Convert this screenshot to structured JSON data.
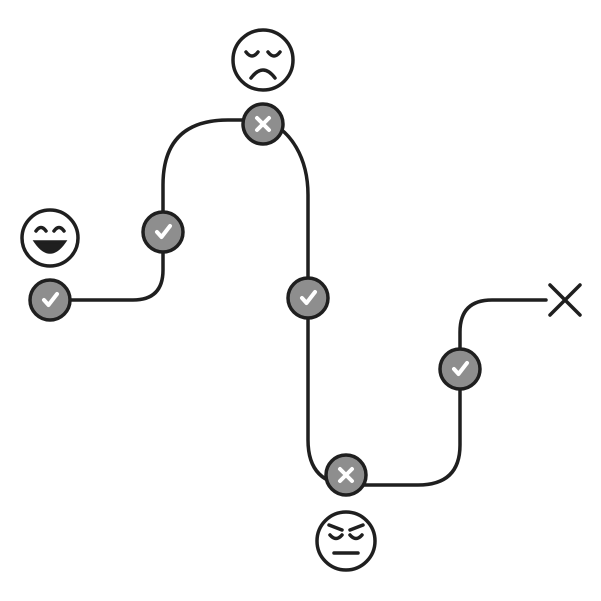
{
  "colors": {
    "line": "#1f1f1f",
    "node_fill": "#8e8e8e",
    "mark": "#ffffff",
    "background": "#ffffff"
  },
  "nodes": [
    {
      "status": "check",
      "icon": "check-icon"
    },
    {
      "status": "check",
      "icon": "check-icon"
    },
    {
      "status": "fail",
      "icon": "x-icon"
    },
    {
      "status": "check",
      "icon": "check-icon"
    },
    {
      "status": "fail",
      "icon": "x-icon"
    },
    {
      "status": "check",
      "icon": "check-icon"
    }
  ],
  "faces": [
    {
      "mood": "happy",
      "icon": "happy-face-icon"
    },
    {
      "mood": "sad",
      "icon": "sad-face-icon"
    },
    {
      "mood": "annoyed",
      "icon": "annoyed-face-icon"
    }
  ],
  "end_marker": {
    "icon": "x-end-icon"
  }
}
